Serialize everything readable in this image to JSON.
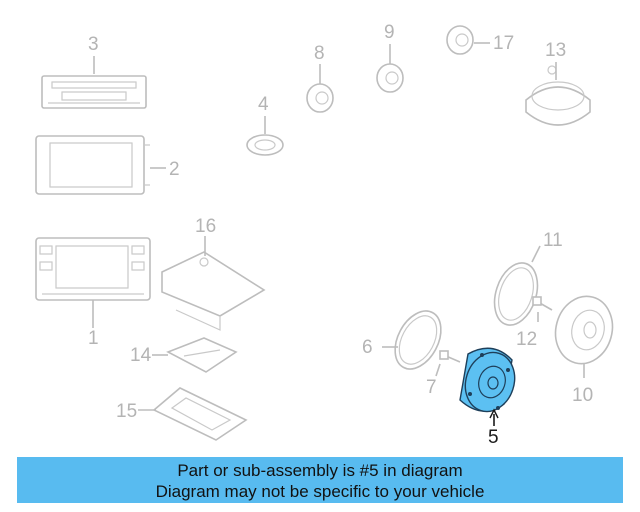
{
  "callouts": [
    {
      "id": "1",
      "label": "1"
    },
    {
      "id": "2",
      "label": "2"
    },
    {
      "id": "3",
      "label": "3"
    },
    {
      "id": "4",
      "label": "4"
    },
    {
      "id": "5",
      "label": "5"
    },
    {
      "id": "6",
      "label": "6"
    },
    {
      "id": "7",
      "label": "7"
    },
    {
      "id": "8",
      "label": "8"
    },
    {
      "id": "9",
      "label": "9"
    },
    {
      "id": "10",
      "label": "10"
    },
    {
      "id": "11",
      "label": "11"
    },
    {
      "id": "12",
      "label": "12"
    },
    {
      "id": "13",
      "label": "13"
    },
    {
      "id": "14",
      "label": "14"
    },
    {
      "id": "15",
      "label": "15"
    },
    {
      "id": "16",
      "label": "16"
    },
    {
      "id": "17",
      "label": "17"
    }
  ],
  "highlighted_part": "5",
  "highlight_color": "#5cc0f2",
  "banner": {
    "line1": "Part or sub-assembly is #5 in diagram",
    "line2": "Diagram may not be specific to your vehicle",
    "background": "#58bbf0"
  }
}
